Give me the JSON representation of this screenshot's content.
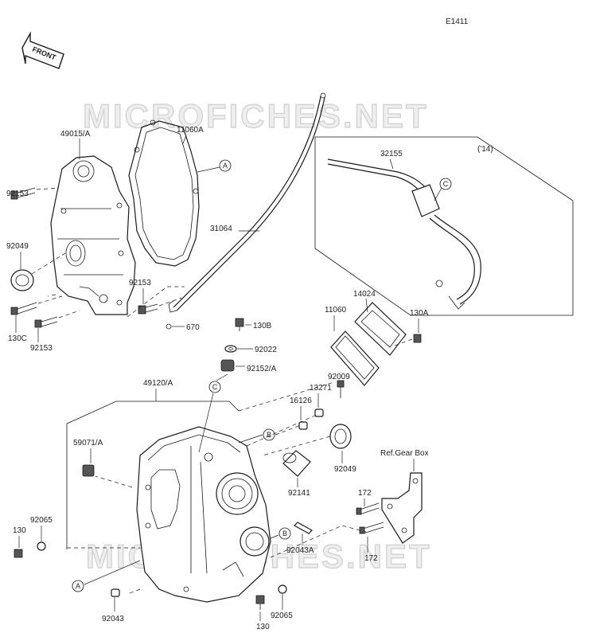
{
  "diagram": {
    "code": "E1411",
    "front_label": "FRONT",
    "watermark": "MICROFICHES.NET",
    "year_note": "('14)",
    "ref_label": "Ref.Gear Box",
    "callouts": {
      "a": "A",
      "b": "B",
      "c": "C"
    },
    "parts": {
      "p49015A": "49015/A",
      "p11060A": "11060A",
      "p92153_top": "92153",
      "p92049_top": "92049",
      "p92153_mid": "92153",
      "p130C": "130C",
      "p92153_bot": "92153",
      "p31064": "31064",
      "p670": "670",
      "p32155": "32155",
      "p14024": "14024",
      "p11060": "11060",
      "p130A": "130A",
      "p130B": "130B",
      "p92022": "92022",
      "p92152A": "92152/A",
      "p92009": "92009",
      "p13271": "13271",
      "p16126": "16126",
      "p49120A": "49120/A",
      "p59071A": "59071/A",
      "p92049_bot": "92049",
      "p92141": "92141",
      "p172_top": "172",
      "p172_bot": "172",
      "p92065_left": "92065",
      "p130_left": "130",
      "p92043A": "92043A",
      "p92043": "92043",
      "p92065_bot": "92065",
      "p130_bot": "130"
    }
  }
}
